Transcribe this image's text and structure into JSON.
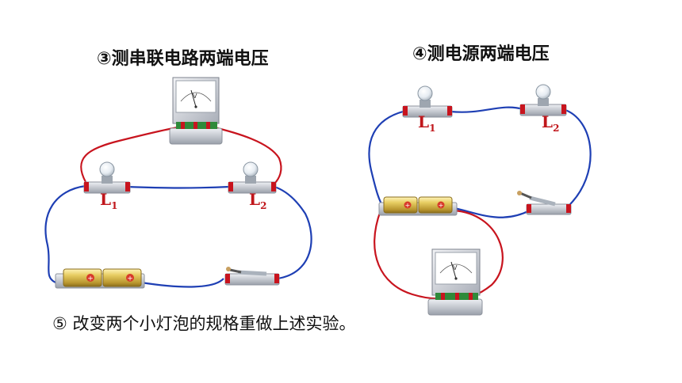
{
  "titles": {
    "left": "③测串联电路两端电压",
    "right": "④测电源两端电压"
  },
  "labels": {
    "left_l1": "L",
    "left_l1_sub": "1",
    "left_l2": "L",
    "left_l2_sub": "2",
    "right_l1": "L",
    "right_l1_sub": "1",
    "right_l2": "L",
    "right_l2_sub": "2"
  },
  "voltmeter_symbol": "V",
  "note": "⑤  改变两个小灯泡的规格重做上述实验。",
  "colors": {
    "red_wire": "#c8141e",
    "blue_wire": "#1e3fb4",
    "label_red": "#c0161b",
    "battery_gold": "#d8b94a"
  }
}
